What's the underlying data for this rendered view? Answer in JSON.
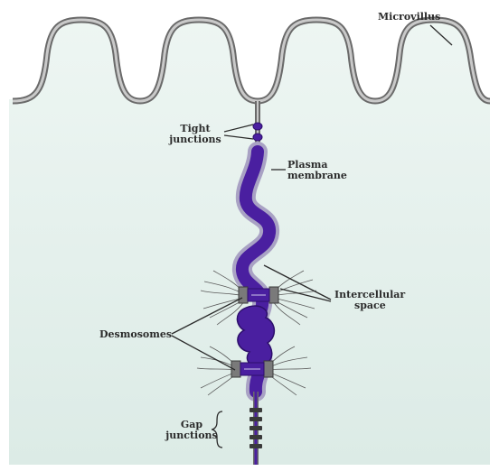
{
  "labels": {
    "microvillus": "Microvillus",
    "tight_junctions_line1": "Tight",
    "tight_junctions_line2": "junctions",
    "plasma_membrane_line1": "Plasma",
    "plasma_membrane_line2": "membrane",
    "intercellular_space_line1": "Intercellular",
    "intercellular_space_line2": "space",
    "desmosomes": "Desmosomes",
    "gap_junctions_line1": "Gap",
    "gap_junctions_line2": "junctions"
  },
  "colors": {
    "background": "#e7f2ee",
    "membrane": "#9c9c9c",
    "membrane_dark": "#5a5a5a",
    "intercellular_purple": "#4a1fa0",
    "intercellular_edge": "#2d0f6b",
    "desmosome_fiber": "#5a5a5a",
    "leader_line": "#2b2b2b"
  }
}
